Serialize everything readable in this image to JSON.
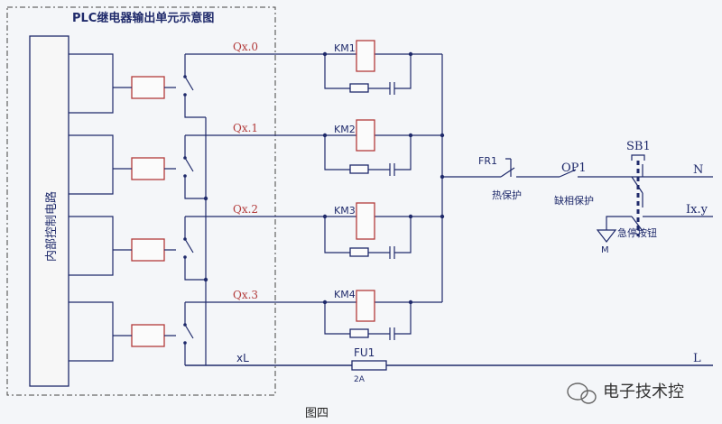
{
  "title": "PLC继电器输出单元示意图",
  "internal_circuit_label": "内部控制电路",
  "outputs": [
    {
      "terminal": "Qx.0",
      "contactor": "KM1"
    },
    {
      "terminal": "Qx.1",
      "contactor": "KM2"
    },
    {
      "terminal": "Qx.2",
      "contactor": "KM3"
    },
    {
      "terminal": "Qx.3",
      "contactor": "KM4"
    }
  ],
  "common_terminal": "xL",
  "fuse": {
    "name": "FU1",
    "rating": "2A"
  },
  "thermal": {
    "name": "FR1",
    "label": "热保护"
  },
  "phase_loss": {
    "name": "OP1",
    "label": "缺相保护"
  },
  "estop": {
    "name": "SB1",
    "label": "急停按钮"
  },
  "motor_label": "M",
  "lines": {
    "n": "N",
    "ixy": "Ix.y",
    "l": "L"
  },
  "caption": "图四",
  "watermark": "电子技术控"
}
